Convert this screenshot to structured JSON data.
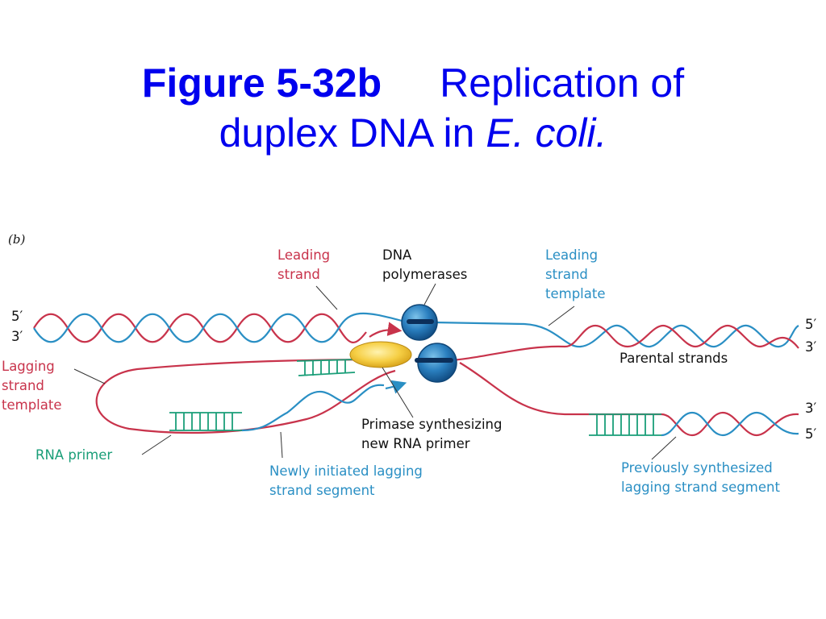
{
  "title": {
    "figure_number": "Figure 5-32b",
    "text_part1": "Replication of",
    "text_part2": "duplex DNA in",
    "organism": "E. coli."
  },
  "panel_label": "(b)",
  "colors": {
    "title": "#0000ee",
    "leading_strand": "#c8334b",
    "template_strand": "#2a8fc4",
    "rna_primer": "#1a9e78",
    "polymerase": "#1f6fae",
    "primase": "#f2c230"
  },
  "labels": {
    "leading_strand": [
      "Leading",
      "strand"
    ],
    "dna_polymerases": [
      "DNA",
      "polymerases"
    ],
    "leading_strand_template": [
      "Leading",
      "strand",
      "template"
    ],
    "lagging_strand_template": [
      "Lagging",
      "strand",
      "template"
    ],
    "parental_strands": "Parental strands",
    "primase": [
      "Primase synthesizing",
      "new RNA primer"
    ],
    "rna_primer": "RNA primer",
    "newly_initiated": [
      "Newly initiated lagging",
      "strand segment"
    ],
    "previously_synthesized": [
      "Previously synthesized",
      "lagging strand segment"
    ]
  },
  "strand_ends": {
    "left_top": "5′",
    "left_bottom": "3′",
    "right_top": "5′",
    "right_bottom": "3′",
    "right_lower_top": "3′",
    "right_lower_bottom": "5′"
  }
}
